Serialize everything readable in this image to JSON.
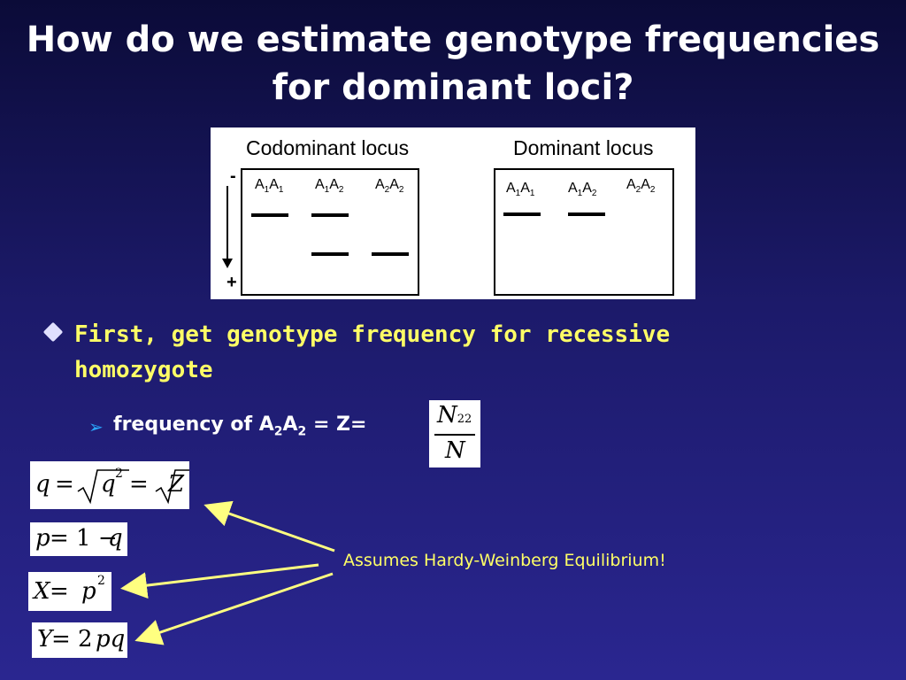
{
  "slide": {
    "title_line1": "How do we estimate genotype frequencies",
    "title_line2": "for dominant loci?"
  },
  "gel": {
    "codominant_header": "Codominant locus",
    "dominant_header": "Dominant locus",
    "minus_sign": "-",
    "plus_sign": "+",
    "codominant_lanes": [
      {
        "allele1": "A",
        "sub1": "1",
        "allele2": "A",
        "sub2": "1"
      },
      {
        "allele1": "A",
        "sub1": "1",
        "allele2": "A",
        "sub2": "2"
      },
      {
        "allele1": "A",
        "sub1": "2",
        "allele2": "A",
        "sub2": "2"
      }
    ],
    "dominant_lanes": [
      {
        "allele1": "A",
        "sub1": "1",
        "allele2": "A",
        "sub2": "1"
      },
      {
        "allele1": "A",
        "sub1": "1",
        "allele2": "A",
        "sub2": "2"
      },
      {
        "allele1": "A",
        "sub1": "2",
        "allele2": "A",
        "sub2": "2"
      }
    ]
  },
  "bullets": {
    "main_line1": "First, get genotype frequency for recessive",
    "main_line2": "homozygote",
    "sub_prefix": "frequency of A",
    "sub_s1": "2",
    "sub_mid": "A",
    "sub_s2": "2",
    "sub_suffix": " = Z=",
    "fraction_num": "N",
    "fraction_num_sub": "22",
    "fraction_den": "N"
  },
  "equations": {
    "eq1": {
      "a": "q",
      "b": "= ",
      "c": "q",
      "exp": "2",
      "d": " = ",
      "e": "Z"
    },
    "eq2": {
      "a": "p",
      "b": " = 1 − ",
      "c": "q"
    },
    "eq3": {
      "a": "X",
      "b": " = ",
      "c": "p",
      "exp": "2"
    },
    "eq4": {
      "a": "Y",
      "b": " = 2",
      "c": "pq"
    }
  },
  "annotation": {
    "text": "Assumes Hardy-Weinberg Equilibrium!",
    "arrow_color": "#ffff80"
  },
  "colors": {
    "title": "#ffffff",
    "bullet_text": "#ffff66",
    "sub_bullet_arrow": "#2aa8ff"
  }
}
